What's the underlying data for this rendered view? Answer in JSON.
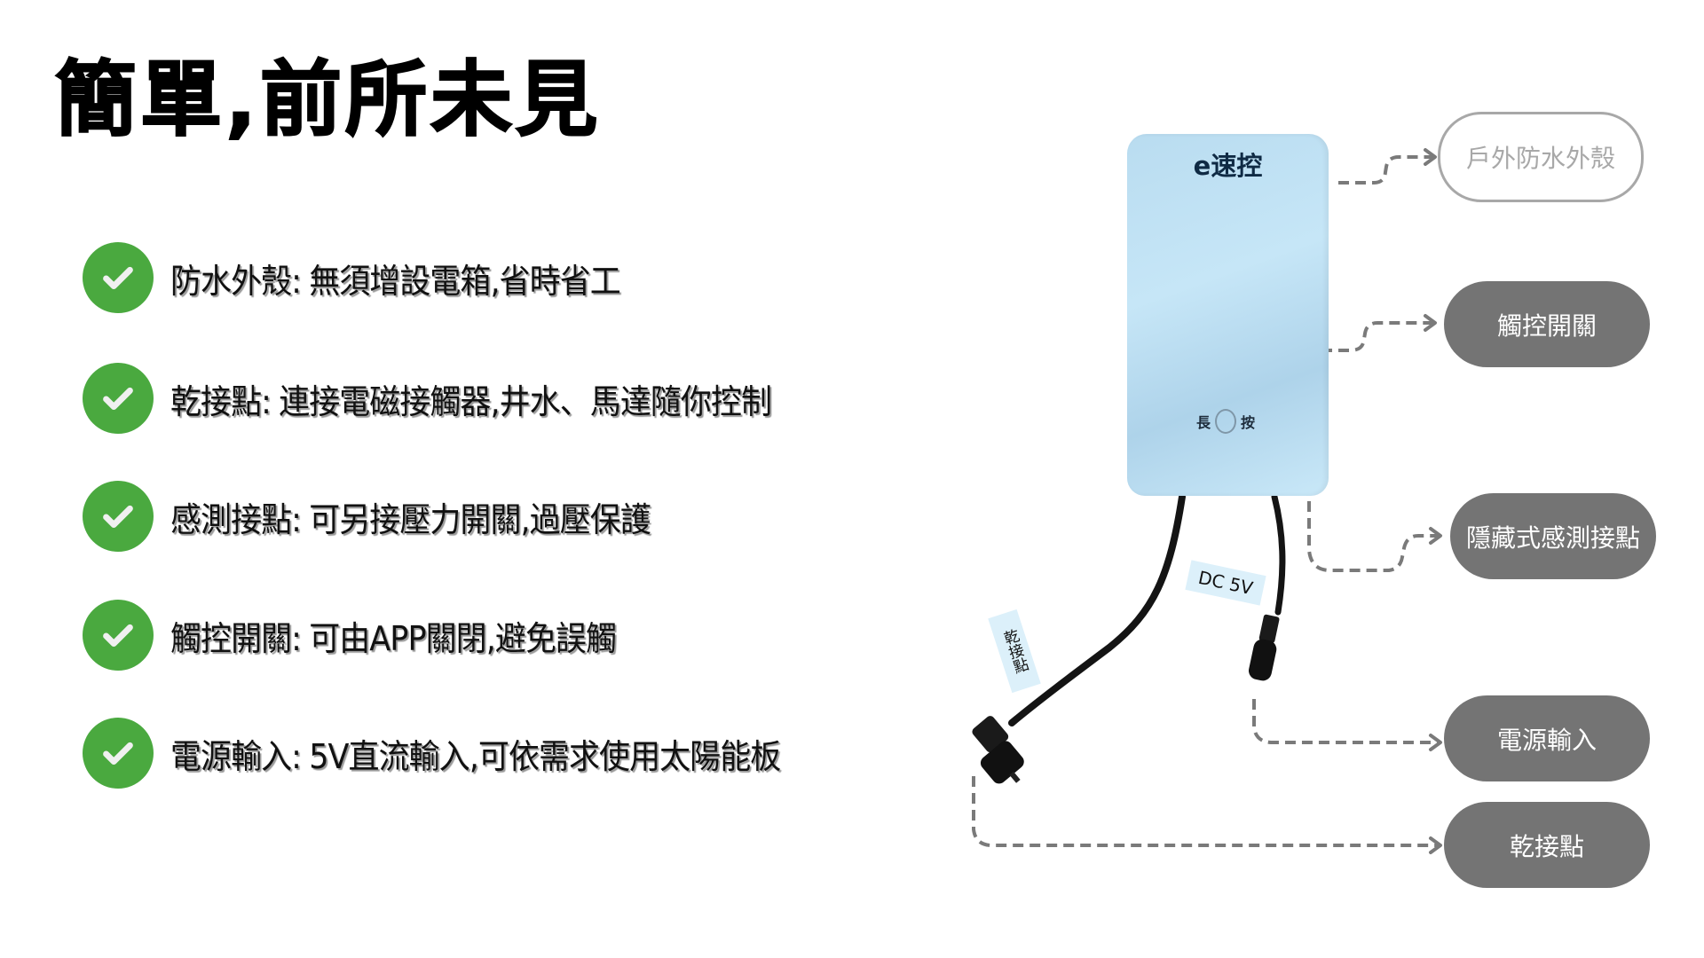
{
  "title": "簡單,前所未見",
  "features": [
    {
      "key": "防水外殼:",
      "desc": "無須增設電箱,省時省工"
    },
    {
      "key": "乾接點:",
      "desc": "連接電磁接觸器,井水、馬達隨你控制"
    },
    {
      "key": "感測接點:",
      "desc": "可另接壓力開關,過壓保護"
    },
    {
      "key": "觸控開關:",
      "desc": "可由APP關閉,避免誤觸"
    },
    {
      "key": "電源輸入:",
      "desc": "5V直流輸入,可依需求使用太陽能板"
    }
  ],
  "device": {
    "brand": "e速控",
    "press_left": "長",
    "press_right": "按",
    "tag_power": "DC 5V",
    "tag_dry": "乾接點"
  },
  "callouts": {
    "housing": "戶外防水外殼",
    "touch": "觸控開關",
    "hidden_sensor": "隱藏式感測接點",
    "power": "電源輸入",
    "dry_contact": "乾接點"
  },
  "colors": {
    "check_green": "#4aa93f",
    "pill_gray": "#747474",
    "outline_gray": "#a8a8a8",
    "device_blue": "#c6e6f7"
  }
}
